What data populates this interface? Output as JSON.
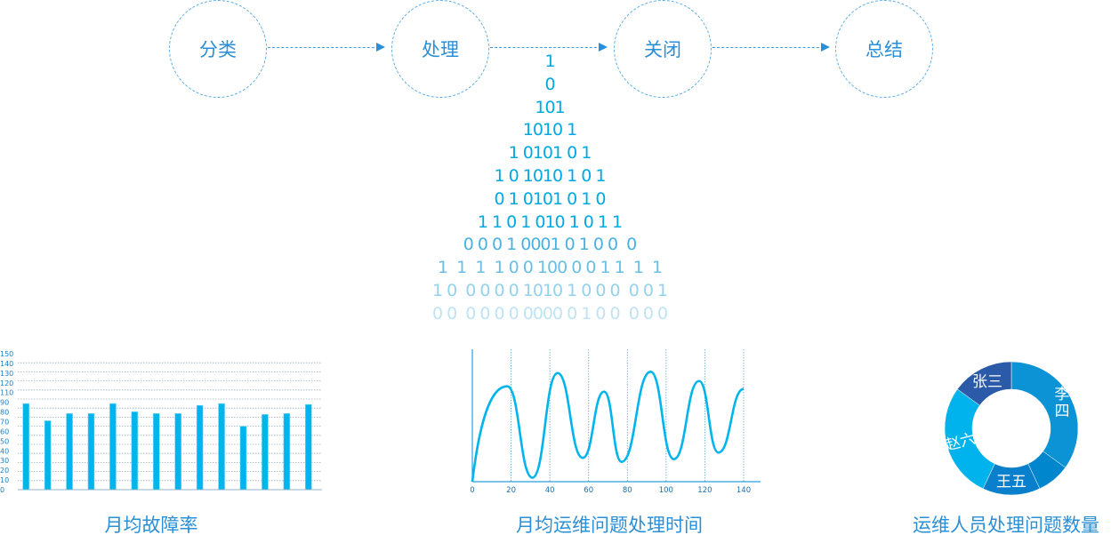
{
  "flow": {
    "steps": [
      "分类",
      "处理",
      "关闭",
      "总结"
    ]
  },
  "binary_rows": [
    "1",
    "0",
    "101",
    "1010 1",
    "1 0101 0 1",
    "1 0 1010 1 0 1",
    "0 1 0101 0 1 0",
    "1 1 0 1 010 1 0 1 1",
    "0 0 0 1 0001 0 1 0 0  0",
    "1  1  1  1 0 0 100 0 0 1 1  1  1",
    "1 0  0 0 0 0 1010 1 0 0 0  0 0 1",
    "0 0  0 0 0 0 0000 0 1 0 0  0 0 0"
  ],
  "chart_data": [
    {
      "type": "bar",
      "title": "月均故障率",
      "ytick_labels": [
        "150",
        "140",
        "130",
        "120",
        "110",
        "90",
        "80",
        "70",
        "60",
        "50",
        "40",
        "30",
        "20",
        "10",
        "0"
      ],
      "ylim": [
        0,
        150
      ],
      "grid": true,
      "values": [
        95,
        76,
        84,
        84,
        95,
        86,
        84,
        84,
        93,
        95,
        70,
        83,
        84,
        94
      ],
      "color": "#00b4ec"
    },
    {
      "type": "line",
      "title": "月均运维问题处理时间",
      "xlim": [
        0,
        140
      ],
      "ylim": [
        0,
        100
      ],
      "xtick_labels": [
        "0",
        "20",
        "40",
        "60",
        "80",
        "100",
        "120",
        "140"
      ],
      "x": [
        0,
        18,
        31,
        44,
        57,
        68,
        77,
        92,
        104,
        117,
        127,
        140
      ],
      "y": [
        0,
        72,
        3,
        82,
        18,
        68,
        15,
        83,
        17,
        76,
        22,
        70
      ],
      "color": "#00b4ec"
    },
    {
      "type": "pie",
      "title": "运维人员处理问题数量",
      "slices": [
        {
          "label": "李四",
          "value": 35,
          "color": "#0b93d5"
        },
        {
          "label": "",
          "value": 8,
          "color": "#0086cc"
        },
        {
          "label": "王五",
          "value": 14,
          "color": "#0a7fcb"
        },
        {
          "label": "赵六",
          "value": 28,
          "color": "#00b3ec"
        },
        {
          "label": "张三",
          "value": 15,
          "color": "#2a5aa8"
        }
      ]
    }
  ]
}
